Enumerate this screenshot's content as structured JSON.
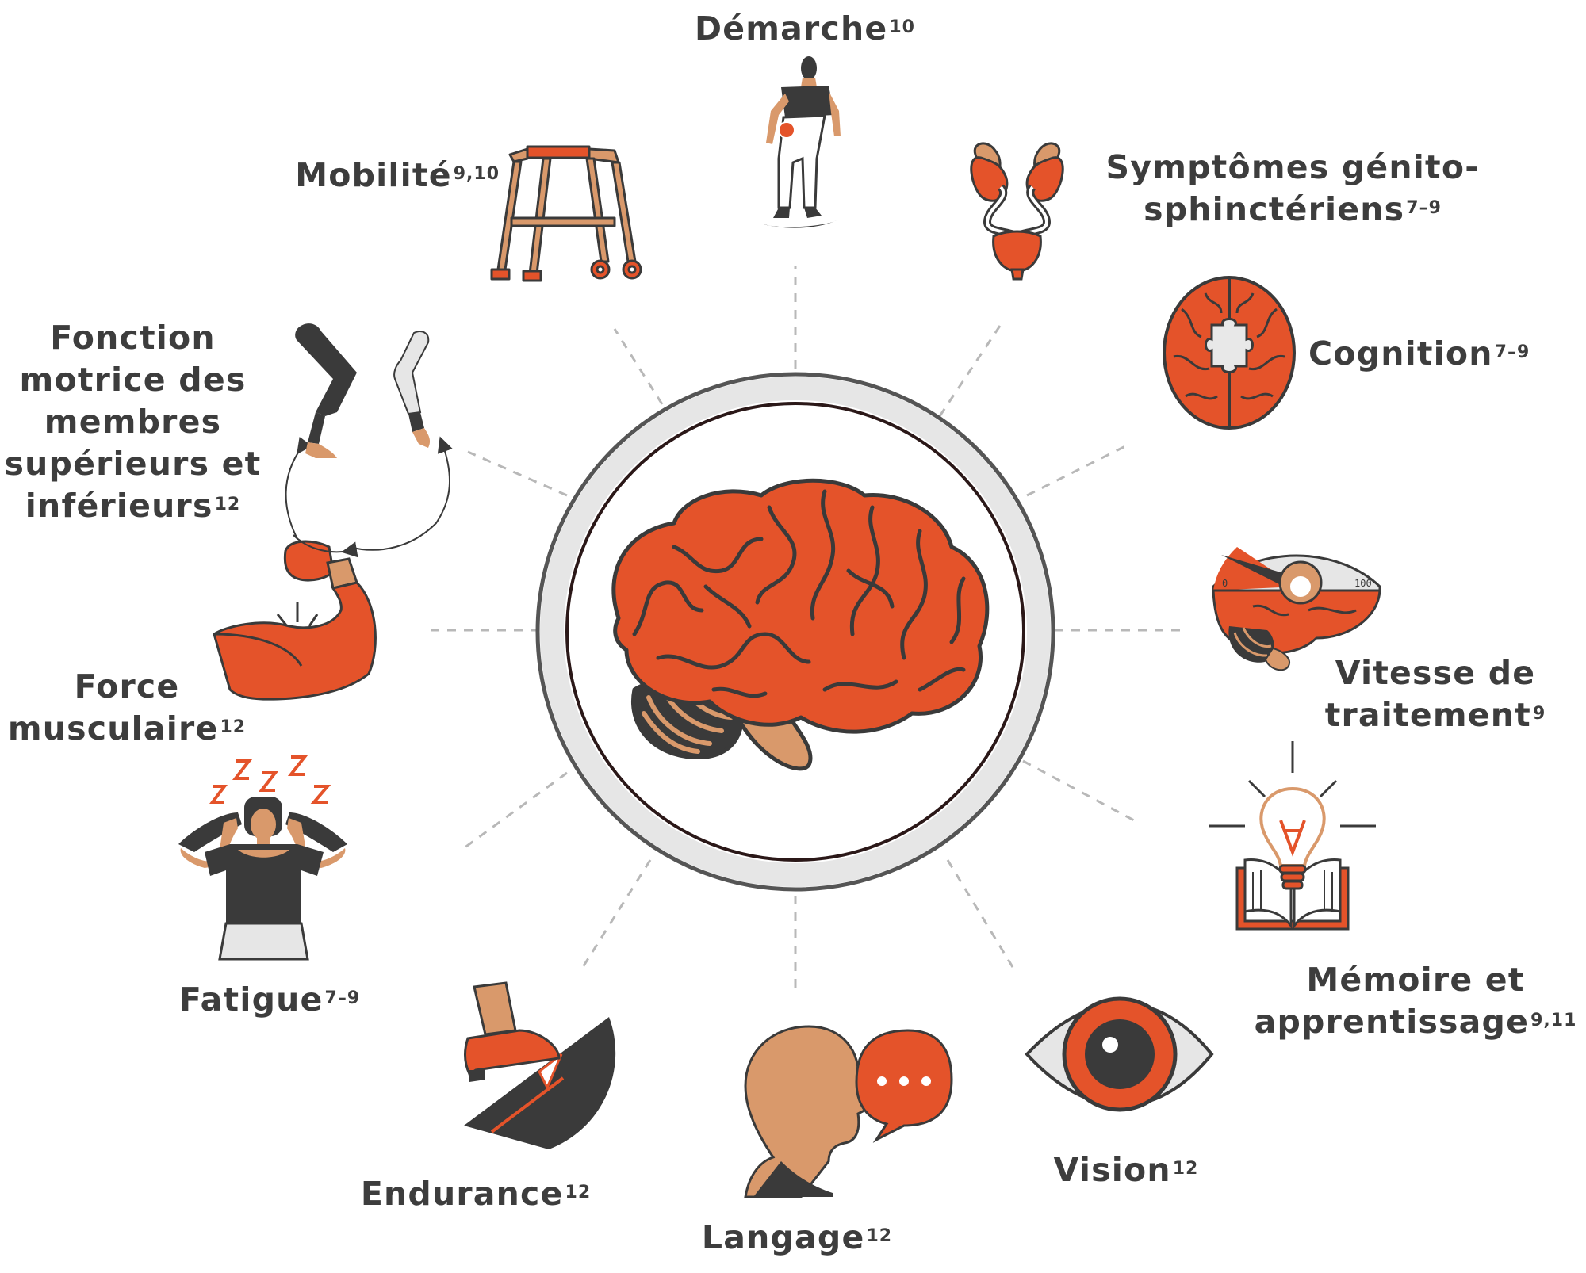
{
  "palette": {
    "orange": "#e4532a",
    "tan": "#d9996b",
    "dark": "#3a3a3a",
    "ring": "#e6e6e6",
    "line": "#b3b3b3"
  },
  "center": {
    "icon": "brain-icon"
  },
  "labels": {
    "demarche": {
      "lines": [
        "Démarche"
      ],
      "ref": "10",
      "icon": "walking-person-icon"
    },
    "symptomes": {
      "lines": [
        "Symptômes génito-",
        "sphinctériens"
      ],
      "ref": "7–9",
      "icon": "kidneys-bladder-icon"
    },
    "cognition": {
      "lines": [
        "Cognition"
      ],
      "ref": "7–9",
      "icon": "brain-puzzle-icon"
    },
    "vitesse": {
      "lines": [
        "Vitesse de",
        "traitement"
      ],
      "ref": "9",
      "icon": "speed-gauge-icon"
    },
    "memoire": {
      "lines": [
        "Mémoire et",
        "apprentissage"
      ],
      "ref": "9,11",
      "icon": "lightbulb-book-icon"
    },
    "vision": {
      "lines": [
        "Vision"
      ],
      "ref": "12",
      "icon": "eye-icon"
    },
    "langage": {
      "lines": [
        "Langage"
      ],
      "ref": "12",
      "icon": "speaking-head-icon"
    },
    "endurance": {
      "lines": [
        "Endurance"
      ],
      "ref": "12",
      "icon": "foot-pedal-icon"
    },
    "fatigue": {
      "lines": [
        "Fatigue"
      ],
      "ref": "7–9",
      "icon": "tired-person-icon"
    },
    "force": {
      "lines": [
        "Force",
        "musculaire"
      ],
      "ref": "12",
      "icon": "flexed-arm-icon"
    },
    "fonction": {
      "lines": [
        "Fonction",
        "motrice des",
        "membres",
        "supérieurs et",
        "inférieurs"
      ],
      "ref": "12",
      "icon": "limbs-rotation-icon"
    },
    "mobilite": {
      "lines": [
        "Mobilité"
      ],
      "ref": "9,10",
      "icon": "walker-icon"
    },
    "gauge_min": "0",
    "gauge_max": "100"
  }
}
